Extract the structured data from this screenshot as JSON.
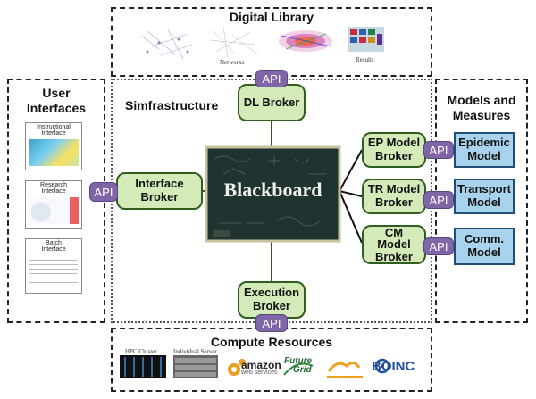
{
  "digital_library": {
    "title": "Digital Library",
    "networks_caption": "Networks",
    "results_caption": "Results"
  },
  "user_interfaces": {
    "title_line1": "User",
    "title_line2": "Interfaces",
    "panels": [
      {
        "label_line1": "Instructional",
        "label_line2": "Interface"
      },
      {
        "label_line1": "Research",
        "label_line2": "Interface"
      },
      {
        "label_line1": "Batch",
        "label_line2": "Interface"
      }
    ]
  },
  "simfrastructure": {
    "title": "Simfrastructure"
  },
  "models": {
    "title_line1": "Models and",
    "title_line2": "Measures"
  },
  "blackboard": {
    "label": "Blackboard"
  },
  "brokers": {
    "dl": "DL Broker",
    "interface": {
      "line1": "Interface",
      "line2": "Broker"
    },
    "execution": {
      "line1": "Execution",
      "line2": "Broker"
    },
    "ep": {
      "line1": "EP Model",
      "line2": "Broker"
    },
    "tr": {
      "line1": "TR Model",
      "line2": "Broker"
    },
    "cm": {
      "line1": "CM",
      "line2": "Model",
      "line3": "Broker"
    }
  },
  "model_boxes": {
    "epidemic": {
      "line1": "Epidemic",
      "line2": "Model"
    },
    "transport": {
      "line1": "Transport",
      "line2": "Model"
    },
    "comm": {
      "line1": "Comm.",
      "line2": "Model"
    }
  },
  "api_label": "API",
  "compute": {
    "title": "Compute Resources",
    "items": {
      "hpc": "HPC Cluster",
      "server": "Individual Server",
      "amazon": "amazon",
      "amazon_sub": "web services",
      "futuregrid_1": "Future",
      "futuregrid_2": "Grid",
      "boinc": "BOINC"
    }
  },
  "colors": {
    "broker_fill": "#d4eab8",
    "model_fill": "#a9d3ec",
    "api_fill": "#8066a6",
    "blackboard": "#1f3330"
  }
}
